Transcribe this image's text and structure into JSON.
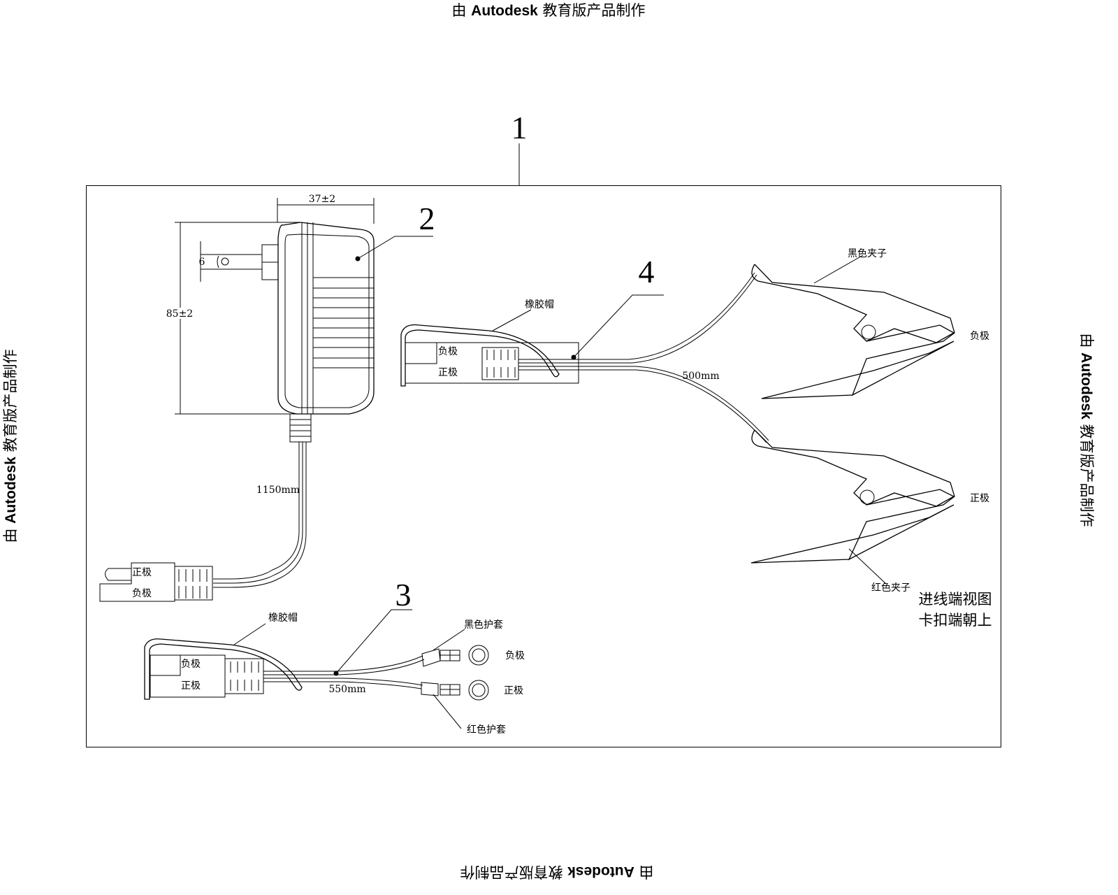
{
  "watermark": {
    "prefix": "由",
    "brand": "Autodesk",
    "suffix": "教育版产品制作"
  },
  "callouts": {
    "c1": "1",
    "c2": "2",
    "c3": "3",
    "c4": "4"
  },
  "adapter": {
    "width_dim": "37±2",
    "height_dim": "85±2",
    "prong_dim": "6",
    "cable_length": "1150mm",
    "pos_label": "正极",
    "neg_label": "负极"
  },
  "clip_cable": {
    "cap_label": "橡胶帽",
    "neg_label": "负极",
    "pos_label": "正极",
    "length": "500mm",
    "black_clip": "黑色夹子",
    "red_clip": "红色夹子",
    "clip_neg": "负极",
    "clip_pos": "正极",
    "note_line1": "进线端视图",
    "note_line2": "卡扣端朝上"
  },
  "ring_cable": {
    "cap_label": "橡胶帽",
    "neg_label": "负极",
    "pos_label": "正极",
    "length": "550mm",
    "black_sleeve": "黑色护套",
    "red_sleeve": "红色护套",
    "ring_neg": "负极",
    "ring_pos": "正极"
  }
}
